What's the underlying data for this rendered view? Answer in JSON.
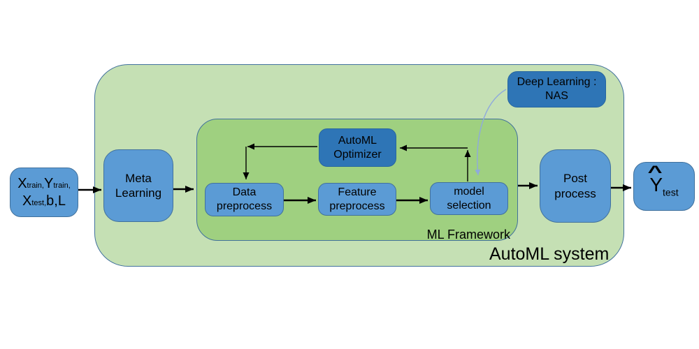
{
  "colors": {
    "outer_green": "#c5e0b4",
    "inner_green": "#9fd080",
    "light_blue": "#5b9bd5",
    "dark_blue": "#2e75b6",
    "border_blue": "#41719c",
    "dark_border": "#2766a0",
    "arrow": "#000000",
    "curve": "#8faadc"
  },
  "labels": {
    "system": "AutoML system",
    "framework": "ML Framework"
  },
  "nodes": {
    "input": {
      "x1": "X",
      "s1": "train,",
      "y1": "Y",
      "s2": "train,",
      "x2": "X",
      "s3": "test,",
      "tail": "b,L"
    },
    "meta": {
      "label": "Meta Learning"
    },
    "data_preprocess": {
      "label": "Data preprocess"
    },
    "feature_preprocess": {
      "label": "Feature preprocess"
    },
    "model_selection": {
      "label": "model selection"
    },
    "optimizer": {
      "label": "AutoML Optimizer"
    },
    "nas": {
      "line1": "Deep Learning :",
      "line2": "NAS"
    },
    "post": {
      "label": "Post process"
    },
    "output": {
      "hat": "^",
      "main": "Y",
      "sub": "test"
    }
  }
}
